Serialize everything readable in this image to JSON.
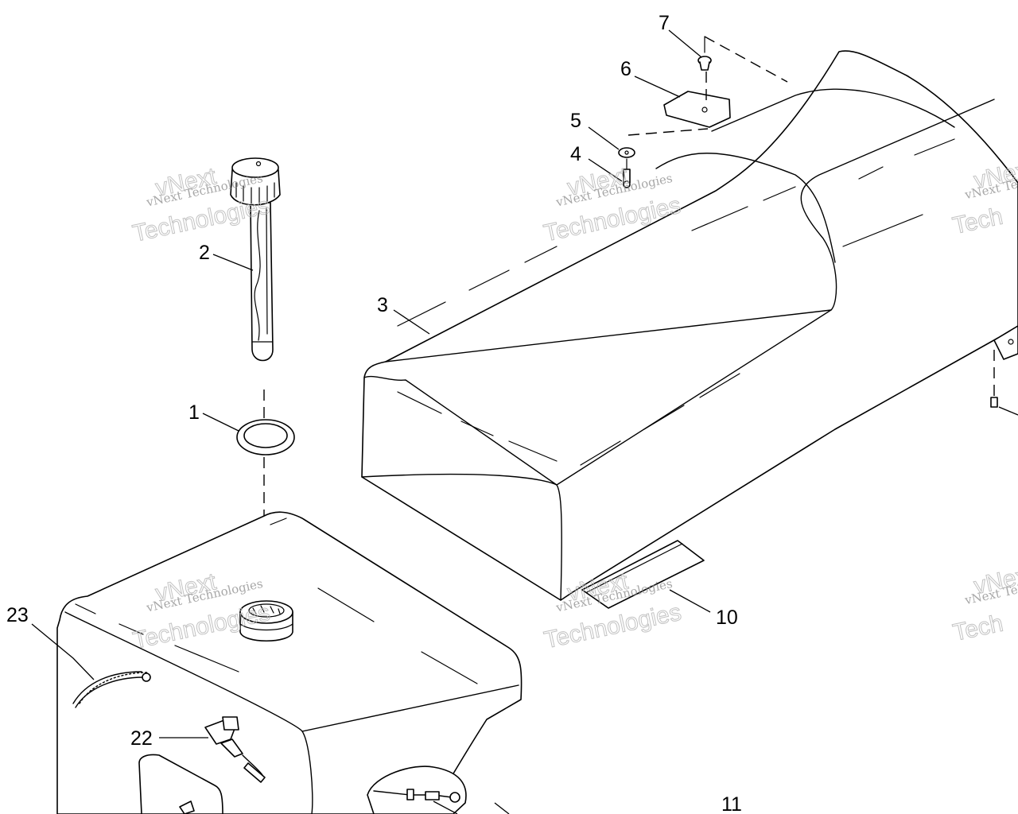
{
  "callouts": [
    {
      "id": "1",
      "label": "1"
    },
    {
      "id": "2",
      "label": "2"
    },
    {
      "id": "3",
      "label": "3"
    },
    {
      "id": "4",
      "label": "4"
    },
    {
      "id": "5",
      "label": "5"
    },
    {
      "id": "6",
      "label": "6"
    },
    {
      "id": "7",
      "label": "7"
    },
    {
      "id": "10",
      "label": "10"
    },
    {
      "id": "11",
      "label": "11"
    },
    {
      "id": "22",
      "label": "22"
    },
    {
      "id": "23",
      "label": "23"
    }
  ],
  "watermark": {
    "small_text": "vNext Technologies",
    "big_line1": "vNext",
    "big_line2": "Technologies",
    "big_partial_line1": "vNex",
    "big_partial_line2": "Tech",
    "small_partial": "vNext Te"
  }
}
